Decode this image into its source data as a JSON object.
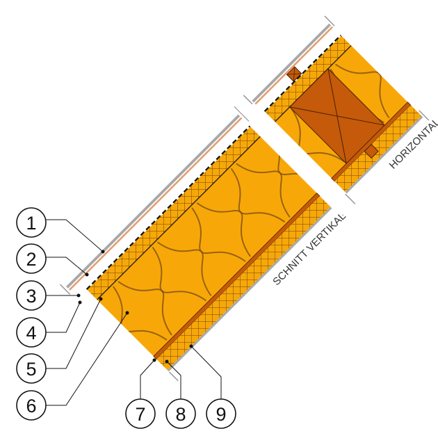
{
  "callouts": [
    "1",
    "2",
    "3",
    "4",
    "5",
    "6",
    "7",
    "8",
    "9"
  ],
  "section_labels": {
    "vertical": "SCHNITT VERTIKAL",
    "horizontal": "HORIZONTAL"
  },
  "colors": {
    "insulation": "#f7a808",
    "fibre": "#7a4a12",
    "timber": "#c45a0a",
    "timber_edge": "#4a2000",
    "cladding": "#a9a9a9",
    "copper": "#e49a6a"
  }
}
